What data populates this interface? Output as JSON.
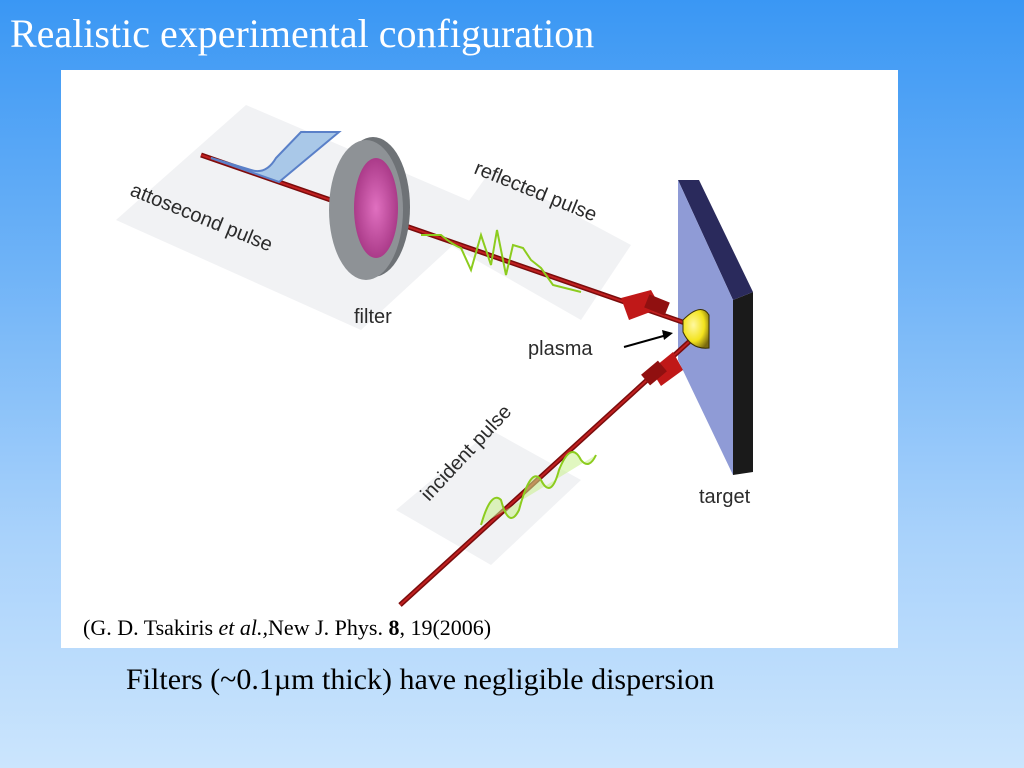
{
  "slide": {
    "title": "Realistic experimental configuration",
    "caption": "Filters (~0.1µm thick) have negligible dispersion"
  },
  "diagram": {
    "labels": {
      "attosecond_pulse": "attosecond pulse",
      "reflected_pulse": "reflected pulse",
      "filter": "filter",
      "plasma": "plasma",
      "incident_pulse": "incident pulse",
      "target": "target"
    },
    "colors": {
      "beam": "#b01010",
      "wave": "#8ccc1e",
      "filter_ring": "#8e9296",
      "filter_core": "#c8489e",
      "target_face": "#8f9bd6",
      "target_edge": "#2a2a5c",
      "plasma": "#f3e31d",
      "attosecond": "#5a80c8"
    }
  },
  "citation": {
    "open": "(G. D. Tsakiris ",
    "etal": "et al.,",
    "journal": "New J. Phys. ",
    "volume": "8",
    "rest": ", 19(2006)"
  }
}
